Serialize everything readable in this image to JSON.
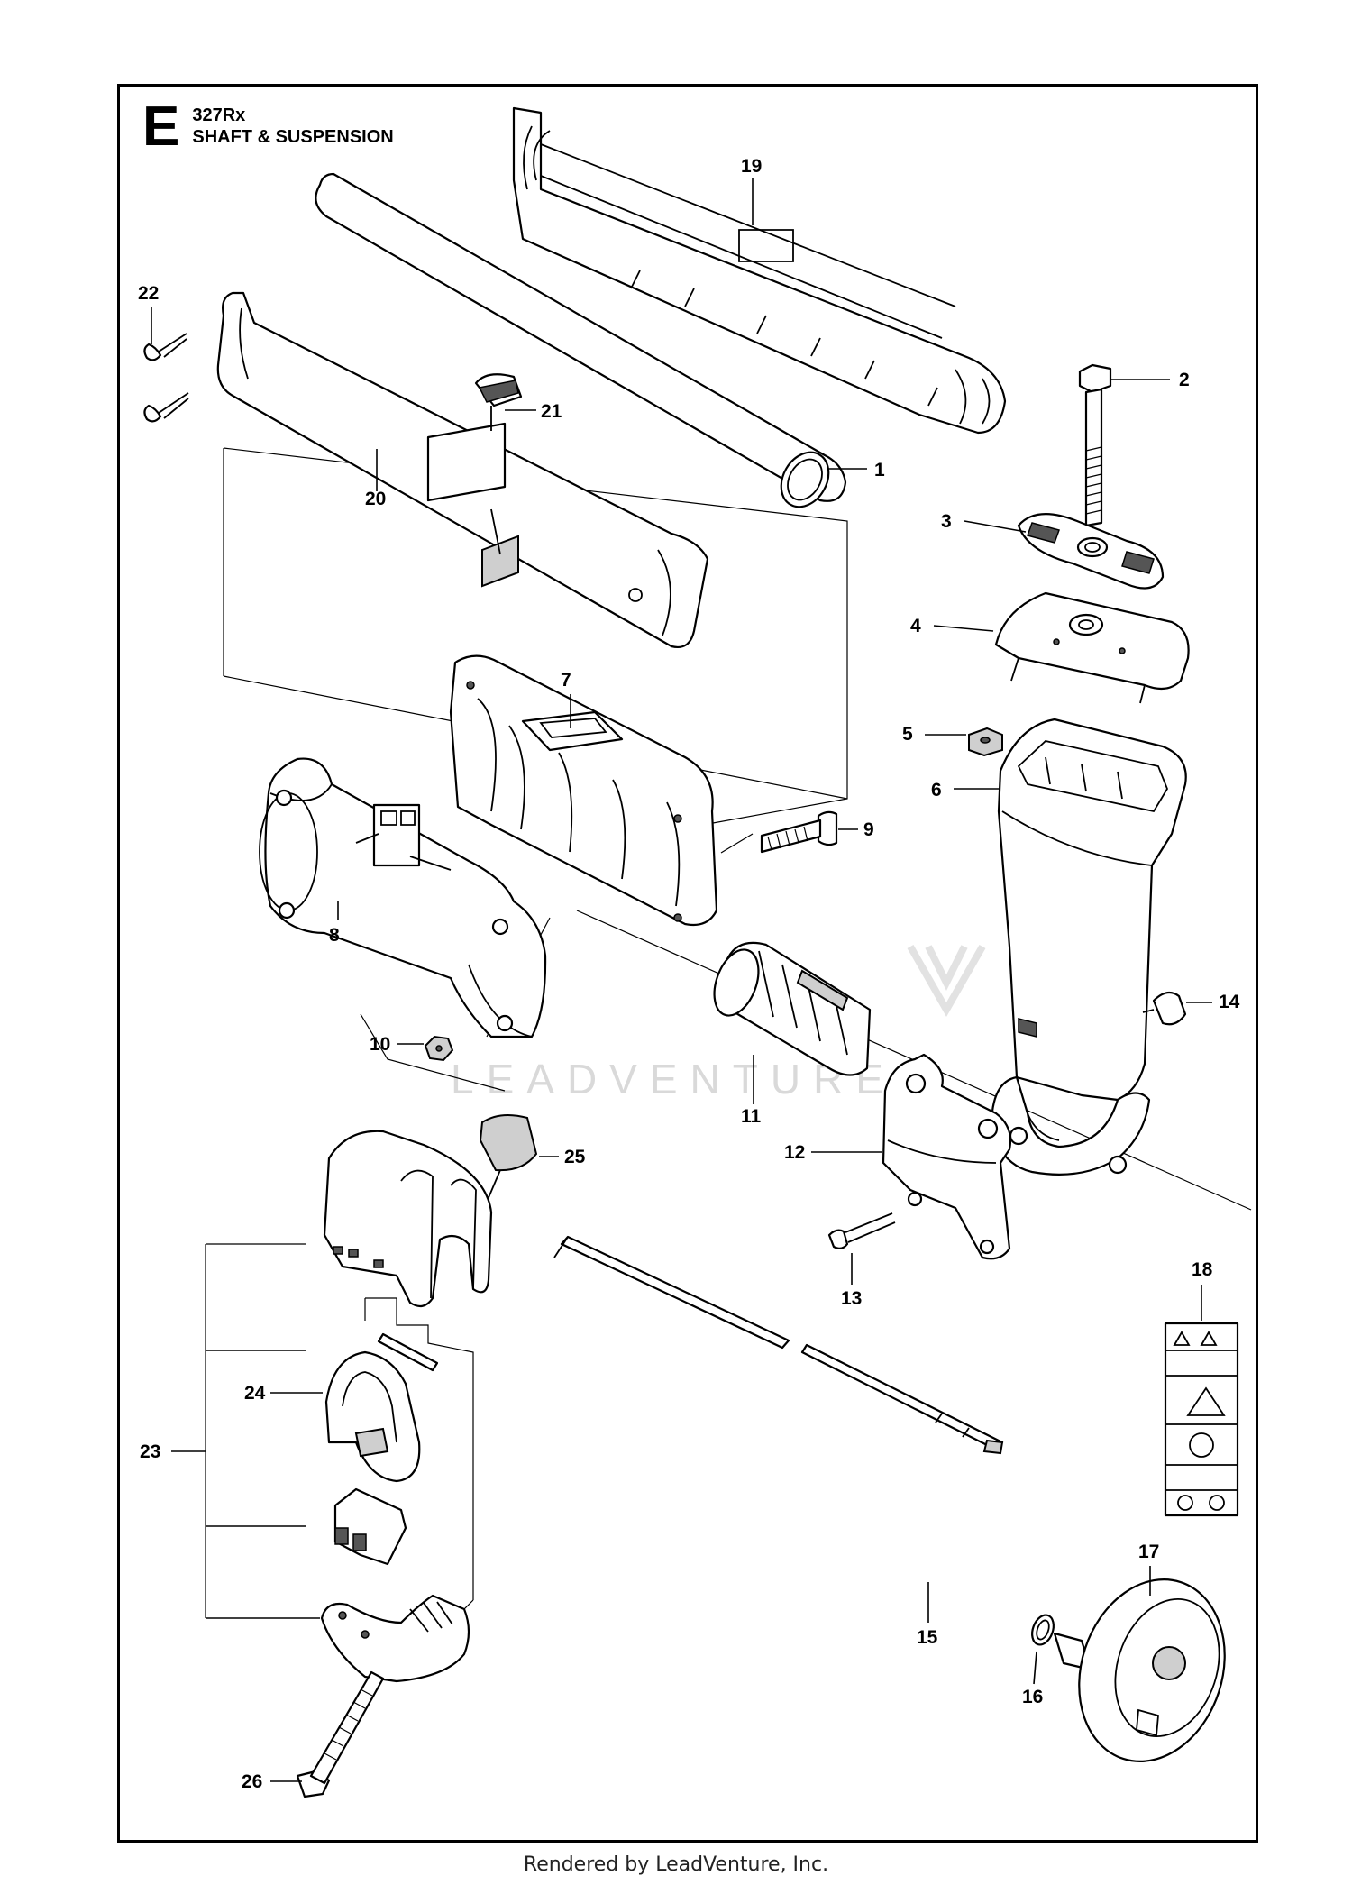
{
  "header": {
    "section_letter": "E",
    "model": "327Rx",
    "title": "SHAFT & SUSPENSION"
  },
  "callouts": {
    "c1": "1",
    "c2": "2",
    "c3": "3",
    "c4": "4",
    "c5": "5",
    "c6": "6",
    "c7": "7",
    "c8": "8",
    "c9": "9",
    "c10": "10",
    "c11": "11",
    "c12": "12",
    "c13": "13",
    "c14": "14",
    "c15": "15",
    "c16": "16",
    "c17": "17",
    "c18": "18",
    "c19": "19",
    "c20": "20",
    "c21": "21",
    "c22": "22",
    "c23": "23",
    "c24": "24",
    "c25": "25",
    "c26": "26"
  },
  "watermark": "LEADVENTURE",
  "footer": "Rendered by LeadVenture, Inc."
}
